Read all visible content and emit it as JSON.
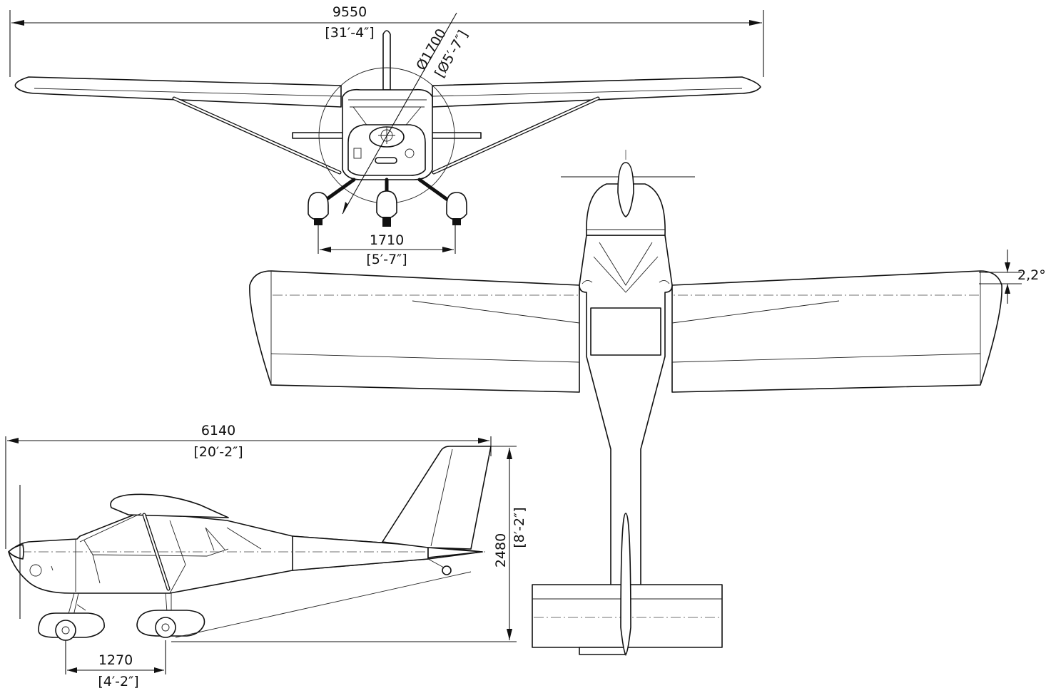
{
  "front_view": {
    "span": "9550",
    "span_imperial": "[31′-4″]",
    "prop_diameter": "Ø1700",
    "prop_diameter_imperial": "[Ø5′-7″]",
    "track": "1710",
    "track_imperial": "[5′-7″]"
  },
  "top_view": {
    "dihedral": "2,2°"
  },
  "side_view": {
    "length": "6140",
    "length_imperial": "[20′-2″]",
    "height": "2480",
    "height_imperial": "[8′-2″]",
    "wheelbase": "1270",
    "wheelbase_imperial": "[4′-2″]"
  }
}
